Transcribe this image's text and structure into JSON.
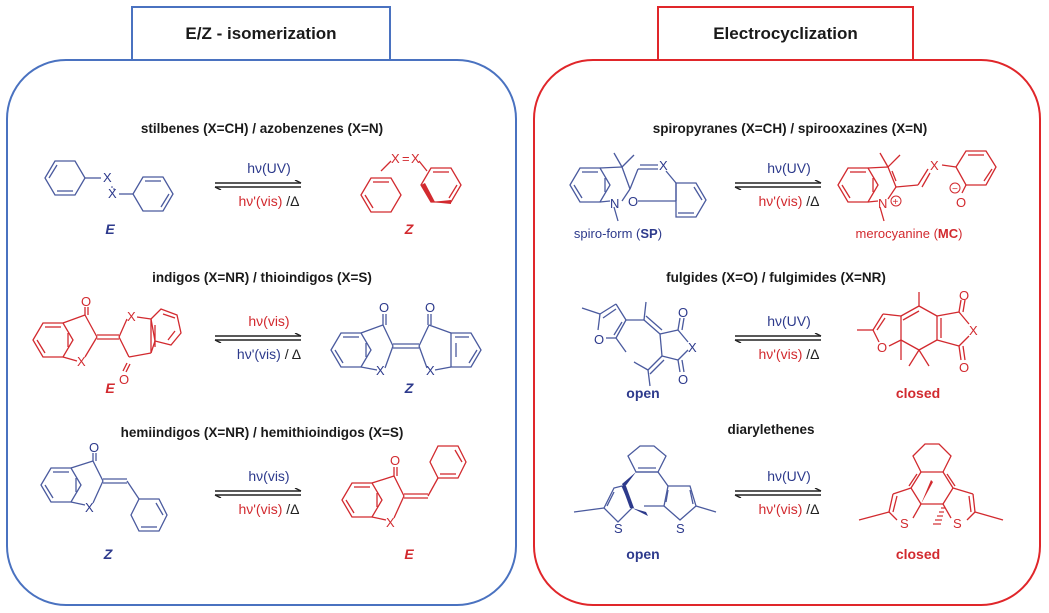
{
  "panels": {
    "left": {
      "title": "E/Z - isomerization",
      "border_color": "#4a72c0",
      "reactions": [
        {
          "title": "stilbenes (X=CH) / azobenzenes (X=N)",
          "reactant_label": "E",
          "product_label": "Z",
          "forward": "hν(UV)",
          "reverse": "hν'(vis)",
          "reverse_suffix": " /Δ"
        },
        {
          "title": "indigos (X=NR) / thioindigos (X=S)",
          "reactant_label": "E",
          "product_label": "Z",
          "forward": "hν(vis)",
          "reverse": "hν'(vis)",
          "reverse_suffix": " / Δ"
        },
        {
          "title": "hemiindigos (X=NR) / hemithioindigos (X=S)",
          "reactant_label": "Z",
          "product_label": "E",
          "forward": "hν(vis)",
          "reverse": "hν'(vis)",
          "reverse_suffix": " /Δ"
        }
      ]
    },
    "right": {
      "title": "Electrocyclization",
      "border_color": "#e0262a",
      "reactions": [
        {
          "title": "spiropyranes (X=CH) / spirooxazines (X=N)",
          "reactant_label_prefix": "spiro-form (",
          "reactant_label_bold": "SP",
          "reactant_label_suffix": ")",
          "product_label_prefix": "merocyanine (",
          "product_label_bold": "MC",
          "product_label_suffix": ")",
          "forward": "hν(UV)",
          "reverse": "hν'(vis)",
          "reverse_suffix": " /Δ"
        },
        {
          "title": "fulgides (X=O) / fulgimides (X=NR)",
          "reactant_label": "open",
          "product_label": "closed",
          "forward": "hν(UV)",
          "reverse": "hν'(vis)",
          "reverse_suffix": " /Δ"
        },
        {
          "title": "diarylethenes",
          "reactant_label": "open",
          "product_label": "closed",
          "forward": "hν(UV)",
          "reverse": "hν'(vis)",
          "reverse_suffix": " /Δ"
        }
      ]
    }
  },
  "atoms": {
    "x": "X",
    "o": "O",
    "n": "N",
    "s": "S",
    "eq": "=",
    "plus": "+",
    "minus": "−"
  },
  "colors": {
    "blue_structure": "#4a5a9e",
    "red_structure": "#d22a2f",
    "blue_text": "#2d3a8c",
    "red_text": "#d22a2f"
  }
}
